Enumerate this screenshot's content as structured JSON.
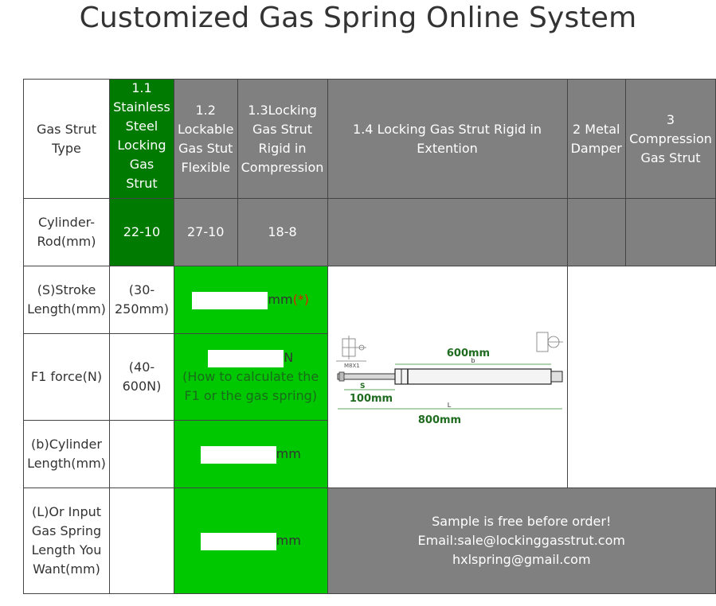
{
  "page": {
    "title": "Customized Gas Spring Online System"
  },
  "rows": {
    "type_label": "Gas Strut Type",
    "cylinder_rod_label": "Cylinder-Rod(mm)",
    "stroke_label": "(S)Stroke Length(mm)",
    "force_label": "F1 force(N)",
    "cyl_len_label": "(b)Cylinder Length(mm)",
    "total_len_label": "(L)Or Input Gas Spring Length You Want(mm)"
  },
  "types": [
    {
      "label": "1.1 Stainless Steel Locking Gas Strut",
      "spec": "22-10",
      "selected": true
    },
    {
      "label": "1.2 Lockable Gas Stut Flexible",
      "spec": "27-10",
      "selected": false
    },
    {
      "label": "1.3Locking Gas Strut Rigid in Compression",
      "spec": "18-8",
      "selected": false
    },
    {
      "label": "1.4 Locking Gas Strut Rigid in Extention",
      "spec": "",
      "selected": false
    },
    {
      "label": "2 Metal Damper",
      "spec": "",
      "selected": false
    },
    {
      "label": "3 Compression Gas Strut",
      "spec": "",
      "selected": false
    }
  ],
  "stroke": {
    "range": "(30-250mm)",
    "value": "",
    "unit": "mm",
    "required": "(*)"
  },
  "force": {
    "range": "(40-600N)",
    "value": "",
    "unit": "N",
    "help": "(How to calculate the F1 or the gas spring)"
  },
  "cylinder_length": {
    "value": "",
    "unit": "mm"
  },
  "total_length": {
    "value": "",
    "unit": "mm"
  },
  "diagram": {
    "b_value": "600mm",
    "b_label": "b",
    "s_value": "100mm",
    "s_label": "S",
    "l_value": "800mm",
    "l_label": "L",
    "thread_label": "M8X1"
  },
  "contact": {
    "line1": "Sample is free before order!",
    "line2": "Email:sale@lockinggasstrut.com",
    "line3": "hxlspring@gmail.com"
  },
  "colors": {
    "selected": "#007a00",
    "input_area": "#00c800",
    "unselected": "#808080"
  }
}
